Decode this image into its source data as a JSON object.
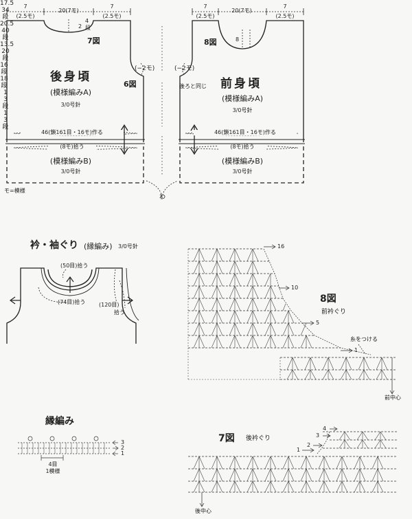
{
  "title_right_back": "後身頃",
  "title_right_front": "前身頃",
  "back": {
    "pattern_a": "(模様編みA)",
    "hook_a": "3/0号針",
    "pattern_b": "(模様編みB)",
    "hook_b": "3/0号針",
    "cast": "46(鎖161目・16モ)作る",
    "pickup": "(8モ)拾う",
    "fig_ref_neck": "7図",
    "fig_ref_arm": "6図",
    "arm_note": "(−2モ)",
    "top_left": {
      "a": "7",
      "b": "(2.5モ)"
    },
    "top_mid": "20(7モ)",
    "top_right": {
      "a": "7",
      "b": "(2.5モ)"
    },
    "neck_rows": {
      "a": "4",
      "b": "段"
    },
    "neck_two": "2"
  },
  "front": {
    "pattern_a": "(模様編みA)",
    "hook_a": "3/0号針",
    "pattern_b": "(模様編みB)",
    "hook_b": "3/0号針",
    "cast": "46(鎖161目・16モ)作る",
    "pickup": "(8モ)拾う",
    "fig_ref_neck": "8図",
    "arm_note": "(−2モ)",
    "same_as_back": "後ろと同じ",
    "top_left": {
      "a": "7",
      "b": "(2.5モ)"
    },
    "top_mid": "20(7モ)",
    "top_right": {
      "a": "7",
      "b": "(2.5モ)"
    },
    "neck_eight": "8",
    "neck_rows_a": "16",
    "neck_rows_a_unit": "段",
    "neck_rows_b": "18",
    "neck_rows_b_unit": "段"
  },
  "mid_dims": {
    "d1": "17.5",
    "d1b": "34",
    "d1u": "段",
    "d2": "20.5",
    "d2b": "40",
    "d2u": "段",
    "d3": "13.5",
    "d3b": "20",
    "d3u": "段",
    "ring": "わ"
  },
  "legend_mo": "モ=模様",
  "collar": {
    "title": "衿・袖ぐり",
    "subtitle": "(縁編み)",
    "hook": "3/0号針",
    "pick50": "(50目)拾う",
    "pick74": "(74目)拾う",
    "pick120": "(120目)",
    "pick120b": "拾う",
    "rows1": {
      "a": "1",
      "b": "3",
      "c": "段"
    },
    "rows2": {
      "a": "1",
      "b": "3",
      "c": "段"
    }
  },
  "edging": {
    "title": "縁編み",
    "stitches": "4目",
    "repeat": "1模様",
    "rows": [
      "3",
      "2",
      "1"
    ]
  },
  "fig8": {
    "title": "8図",
    "subtitle": "前衿ぐり",
    "row16": "16",
    "row10": "10",
    "row5": "5",
    "row1": "1",
    "attach": "糸をつける",
    "center": "前中心"
  },
  "fig7": {
    "title": "7図",
    "subtitle": "後衿ぐり",
    "rows": [
      "4",
      "3",
      "2",
      "1"
    ],
    "center": "後中心"
  }
}
